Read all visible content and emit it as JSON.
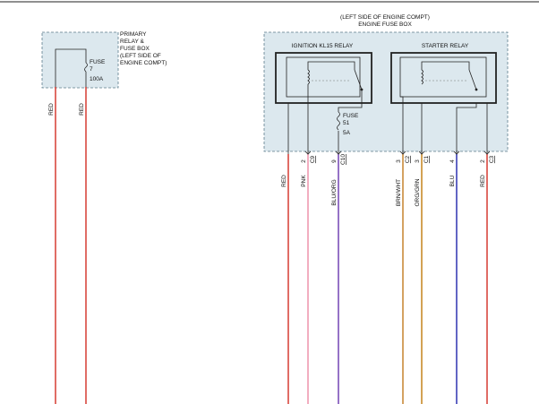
{
  "diagram": {
    "colors": {
      "box_fill": "#dce8ee",
      "box_border": "#5b7b8a",
      "red": "#d9473f",
      "pink": "#ef9ab0",
      "blu_org": "#7b4fb8",
      "brn_wht": "#c98a3a",
      "org_grn": "#c88a2a",
      "blu": "#3a3fb6",
      "ink": "#222222"
    },
    "primary_box": {
      "label_lines": [
        "PRIMARY",
        "RELAY &",
        "FUSE BOX",
        "(LEFT SIDE OF",
        "ENGINE COMPT)"
      ],
      "fuse": {
        "name": "FUSE",
        "number": "7",
        "rating": "100A"
      }
    },
    "engine_box": {
      "title_lines": [
        "(LEFT SIDE OF ENGINE COMPT)",
        "ENGINE FUSE BOX"
      ],
      "ignition_relay": "IGNITION KL15 RELAY",
      "starter_relay": "STARTER RELAY",
      "fuse": {
        "name": "FUSE",
        "number": "51",
        "rating": "5A"
      }
    },
    "wires": [
      {
        "id": "w1",
        "label": "RED",
        "color": "red"
      },
      {
        "id": "w2",
        "label": "RED",
        "color": "red"
      },
      {
        "id": "w3",
        "label": "RED",
        "color": "red"
      },
      {
        "id": "w4",
        "label": "PNK",
        "color": "pink",
        "pin": "2",
        "connector": "C9"
      },
      {
        "id": "w5",
        "label": "BLU/ORG",
        "color": "blu_org",
        "pin": "9",
        "connector": "C10"
      },
      {
        "id": "w6",
        "label": "BRN/WHT",
        "color": "brn_wht",
        "pin": "3",
        "connector": "C2"
      },
      {
        "id": "w7",
        "label": "ORG/GRN",
        "color": "org_grn",
        "pin": "3",
        "connector": "C1"
      },
      {
        "id": "w8",
        "label": "BLU",
        "color": "blu",
        "pin": "4",
        "connector": ""
      },
      {
        "id": "w9",
        "label": "RED",
        "color": "red",
        "pin": "2",
        "connector": "C3"
      }
    ]
  }
}
